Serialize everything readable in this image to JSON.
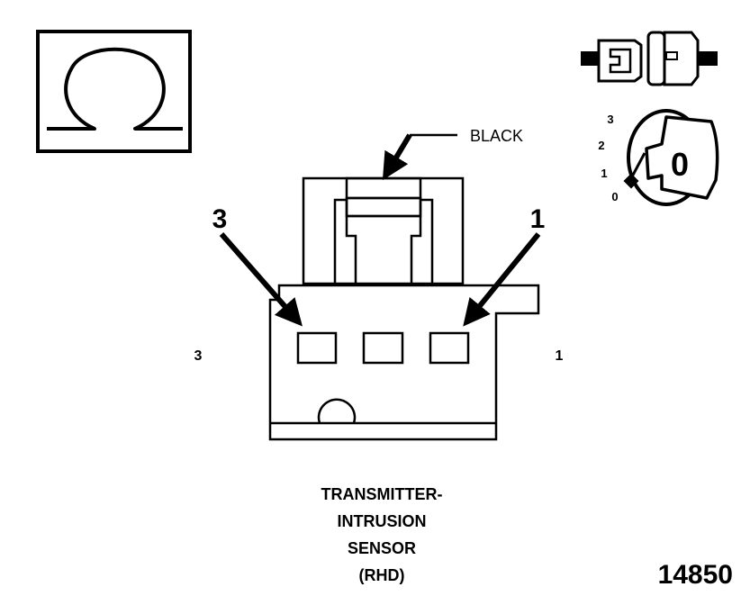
{
  "wire_color_label": "BLACK",
  "pin_callouts": {
    "left": "3",
    "right": "1"
  },
  "pin_side_labels": {
    "left": "3",
    "right": "1"
  },
  "caption_lines": [
    "TRANSMITTER-",
    "INTRUSION",
    "SENSOR",
    "(RHD)"
  ],
  "figure_number": "14850",
  "ignition_positions": [
    "3",
    "2",
    "1",
    "0"
  ],
  "ignition_key_label": "0",
  "icons": {
    "meter": "ohmmeter-icon",
    "connector": "disconnected-connector-icon",
    "ignition": "ignition-key-icon"
  },
  "colors": {
    "line": "#000000",
    "background": "#ffffff"
  }
}
